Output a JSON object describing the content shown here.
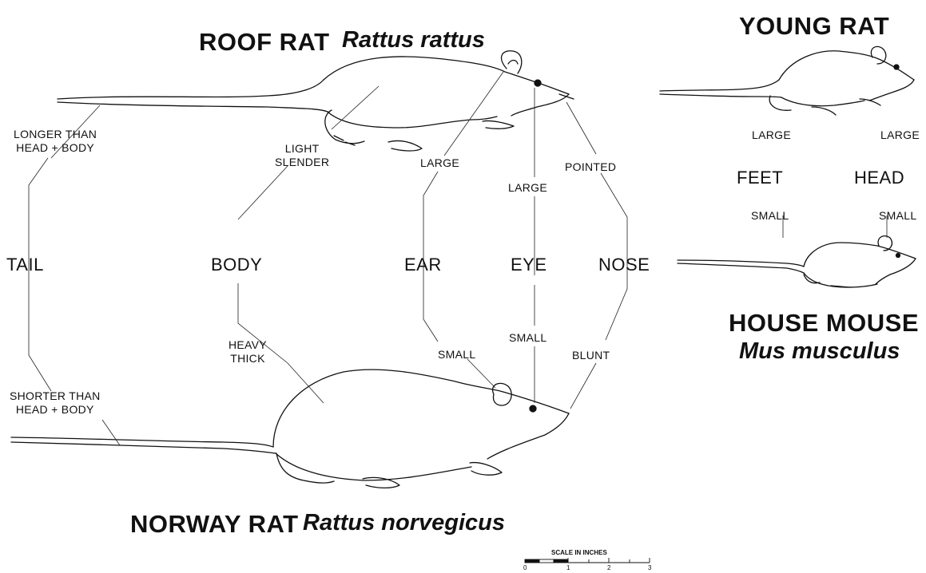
{
  "titles": {
    "roof_rat": "ROOF RAT",
    "roof_rat_sci": "Rattus rattus",
    "young_rat": "YOUNG RAT",
    "norway_rat": "NORWAY RAT",
    "norway_rat_sci": "Rattus norvegicus",
    "house_mouse": "HOUSE MOUSE",
    "house_mouse_sci": "Mus musculus"
  },
  "features": {
    "tail": "TAIL",
    "body": "BODY",
    "ear": "EAR",
    "eye": "EYE",
    "nose": "NOSE"
  },
  "roof_rat_traits": {
    "tail_line1": "LONGER THAN",
    "tail_line2": "HEAD + BODY",
    "body_line1": "LIGHT",
    "body_line2": "SLENDER",
    "ear": "LARGE",
    "eye": "LARGE",
    "nose": "POINTED"
  },
  "norway_rat_traits": {
    "tail_line1": "SHORTER THAN",
    "tail_line2": "HEAD + BODY",
    "body_line1": "HEAVY",
    "body_line2": "THICK",
    "ear": "SMALL",
    "eye": "SMALL",
    "nose": "BLUNT"
  },
  "comparison": {
    "feet": "FEET",
    "head": "HEAD",
    "young_feet": "LARGE",
    "young_head": "LARGE",
    "mouse_feet": "SMALL",
    "mouse_head": "SMALL"
  },
  "scale": {
    "caption": "SCALE IN INCHES",
    "ticks": [
      "0",
      "1",
      "2",
      "3"
    ]
  },
  "colors": {
    "ink": "#111111",
    "background": "#ffffff"
  }
}
